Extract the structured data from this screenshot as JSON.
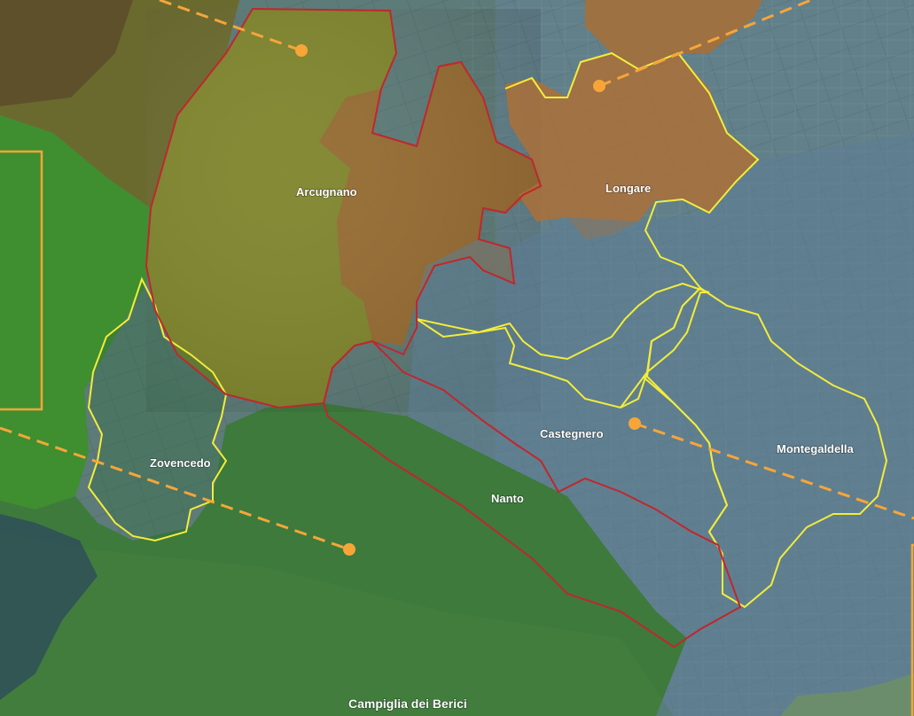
{
  "map": {
    "municipalities": [
      {
        "id": "arcugnano",
        "name": "Arcugnano",
        "border_color": "#c0272d"
      },
      {
        "id": "longare",
        "name": "Longare",
        "border_color": "#f3ec3a"
      },
      {
        "id": "castegnero",
        "name": "Castegnero",
        "border_color": "#f3ec3a"
      },
      {
        "id": "montegaldella",
        "name": "Montegaldella",
        "border_color": "#f3ec3a"
      },
      {
        "id": "zovencedo",
        "name": "Zovencedo",
        "border_color": "#f3ec3a"
      },
      {
        "id": "nanto",
        "name": "Nanto",
        "border_color": "#c0272d"
      },
      {
        "id": "campiglia",
        "name": "Campiglia dei Berici",
        "border_color": "none"
      }
    ],
    "overlay_colors": {
      "red_group": "#b3462a",
      "green_group": "#4fa02a",
      "blue_group": "#4a6f86",
      "dashed_line": "#f7a538",
      "marker": "#f7a538"
    }
  }
}
